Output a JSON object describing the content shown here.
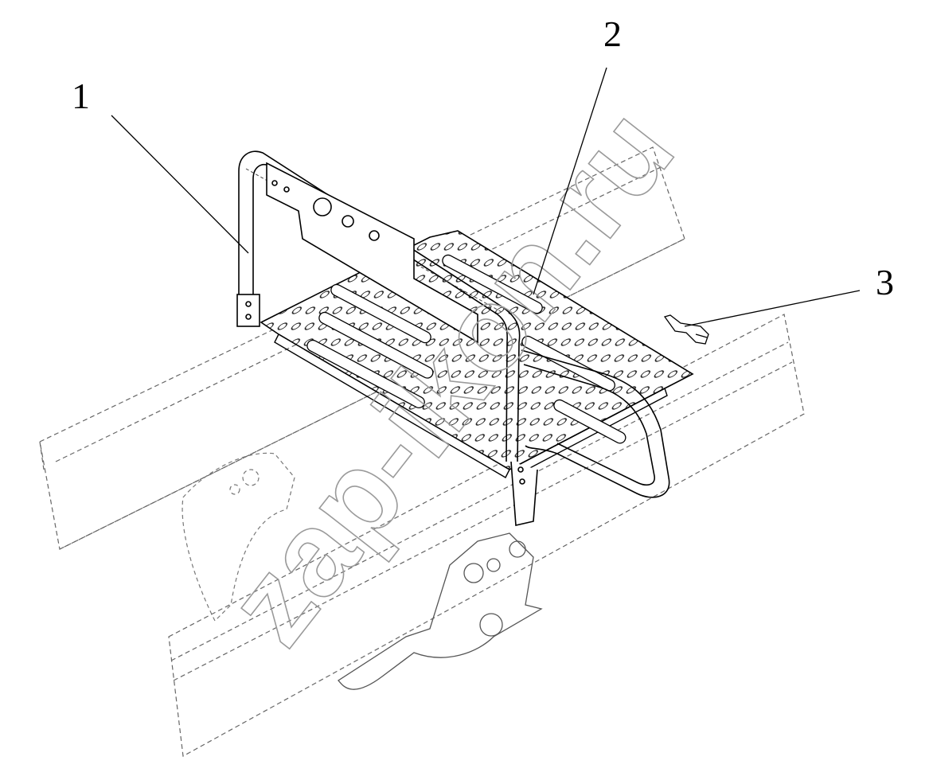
{
  "diagram": {
    "callouts": [
      {
        "id": "1",
        "label": "1"
      },
      {
        "id": "2",
        "label": "2"
      },
      {
        "id": "3",
        "label": "3"
      }
    ],
    "watermark": "zap-ikon.ru",
    "colors": {
      "line": "#000000",
      "hidden": "#888888",
      "watermark": "#9a9a9a"
    }
  }
}
